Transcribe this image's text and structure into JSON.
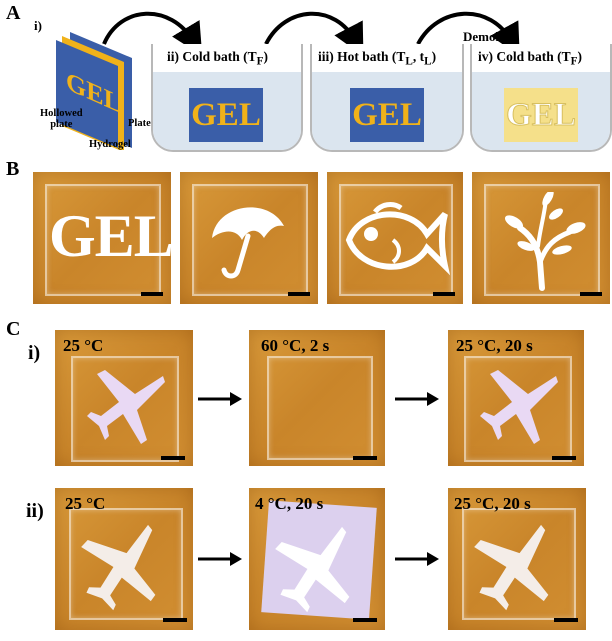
{
  "panels": {
    "A": {
      "letter": "A",
      "step_i": "i)",
      "plate_text": "GEL",
      "labels": {
        "hollowed_line1": "Hollowed",
        "hollowed_line2": "plate",
        "plate": "Plate",
        "hydrogel": "Hydrogel"
      },
      "demold": "Demold",
      "baths": [
        {
          "label_main": "ii) Cold bath (T",
          "label_sub": "F",
          "label_tail": ")",
          "text": "GEL"
        },
        {
          "label_main": "iii) Hot bath (T",
          "label_sub": "L",
          "label_mid": ", t",
          "label_sub2": "L",
          "label_tail": ")",
          "text": "GEL"
        },
        {
          "label_main": "iv) Cold bath (T",
          "label_sub": "F",
          "label_tail": ")",
          "text": "GEL"
        }
      ]
    },
    "B": {
      "letter": "B",
      "tiles": [
        {
          "content": "GEL",
          "icon": "gel-letters"
        },
        {
          "icon": "umbrella-icon"
        },
        {
          "icon": "fish-icon"
        },
        {
          "icon": "tree-branch-icon"
        }
      ]
    },
    "C": {
      "letter": "C",
      "rows": [
        {
          "roman": "i)",
          "frames": [
            {
              "caption": "25 °C",
              "icon": "airplane-icon"
            },
            {
              "caption": "60 °C, 2 s",
              "icon": ""
            },
            {
              "caption": "25 °C, 20 s",
              "icon": "airplane-icon"
            }
          ]
        },
        {
          "roman": "ii)",
          "frames": [
            {
              "caption": "25 °C",
              "icon": "airplane-icon"
            },
            {
              "caption": "4 °C, 20 s",
              "icon": "airplane-icon"
            },
            {
              "caption": "25 °C, 20 s",
              "icon": "airplane-icon"
            }
          ]
        }
      ]
    }
  },
  "colors": {
    "plate_blue": "#3a5ea8",
    "gel_yellow": "#f0b21a",
    "pale_yellow": "#f5e08a",
    "tile_orange": "#d8952d",
    "bath_liquid": "#dbe5ef"
  }
}
